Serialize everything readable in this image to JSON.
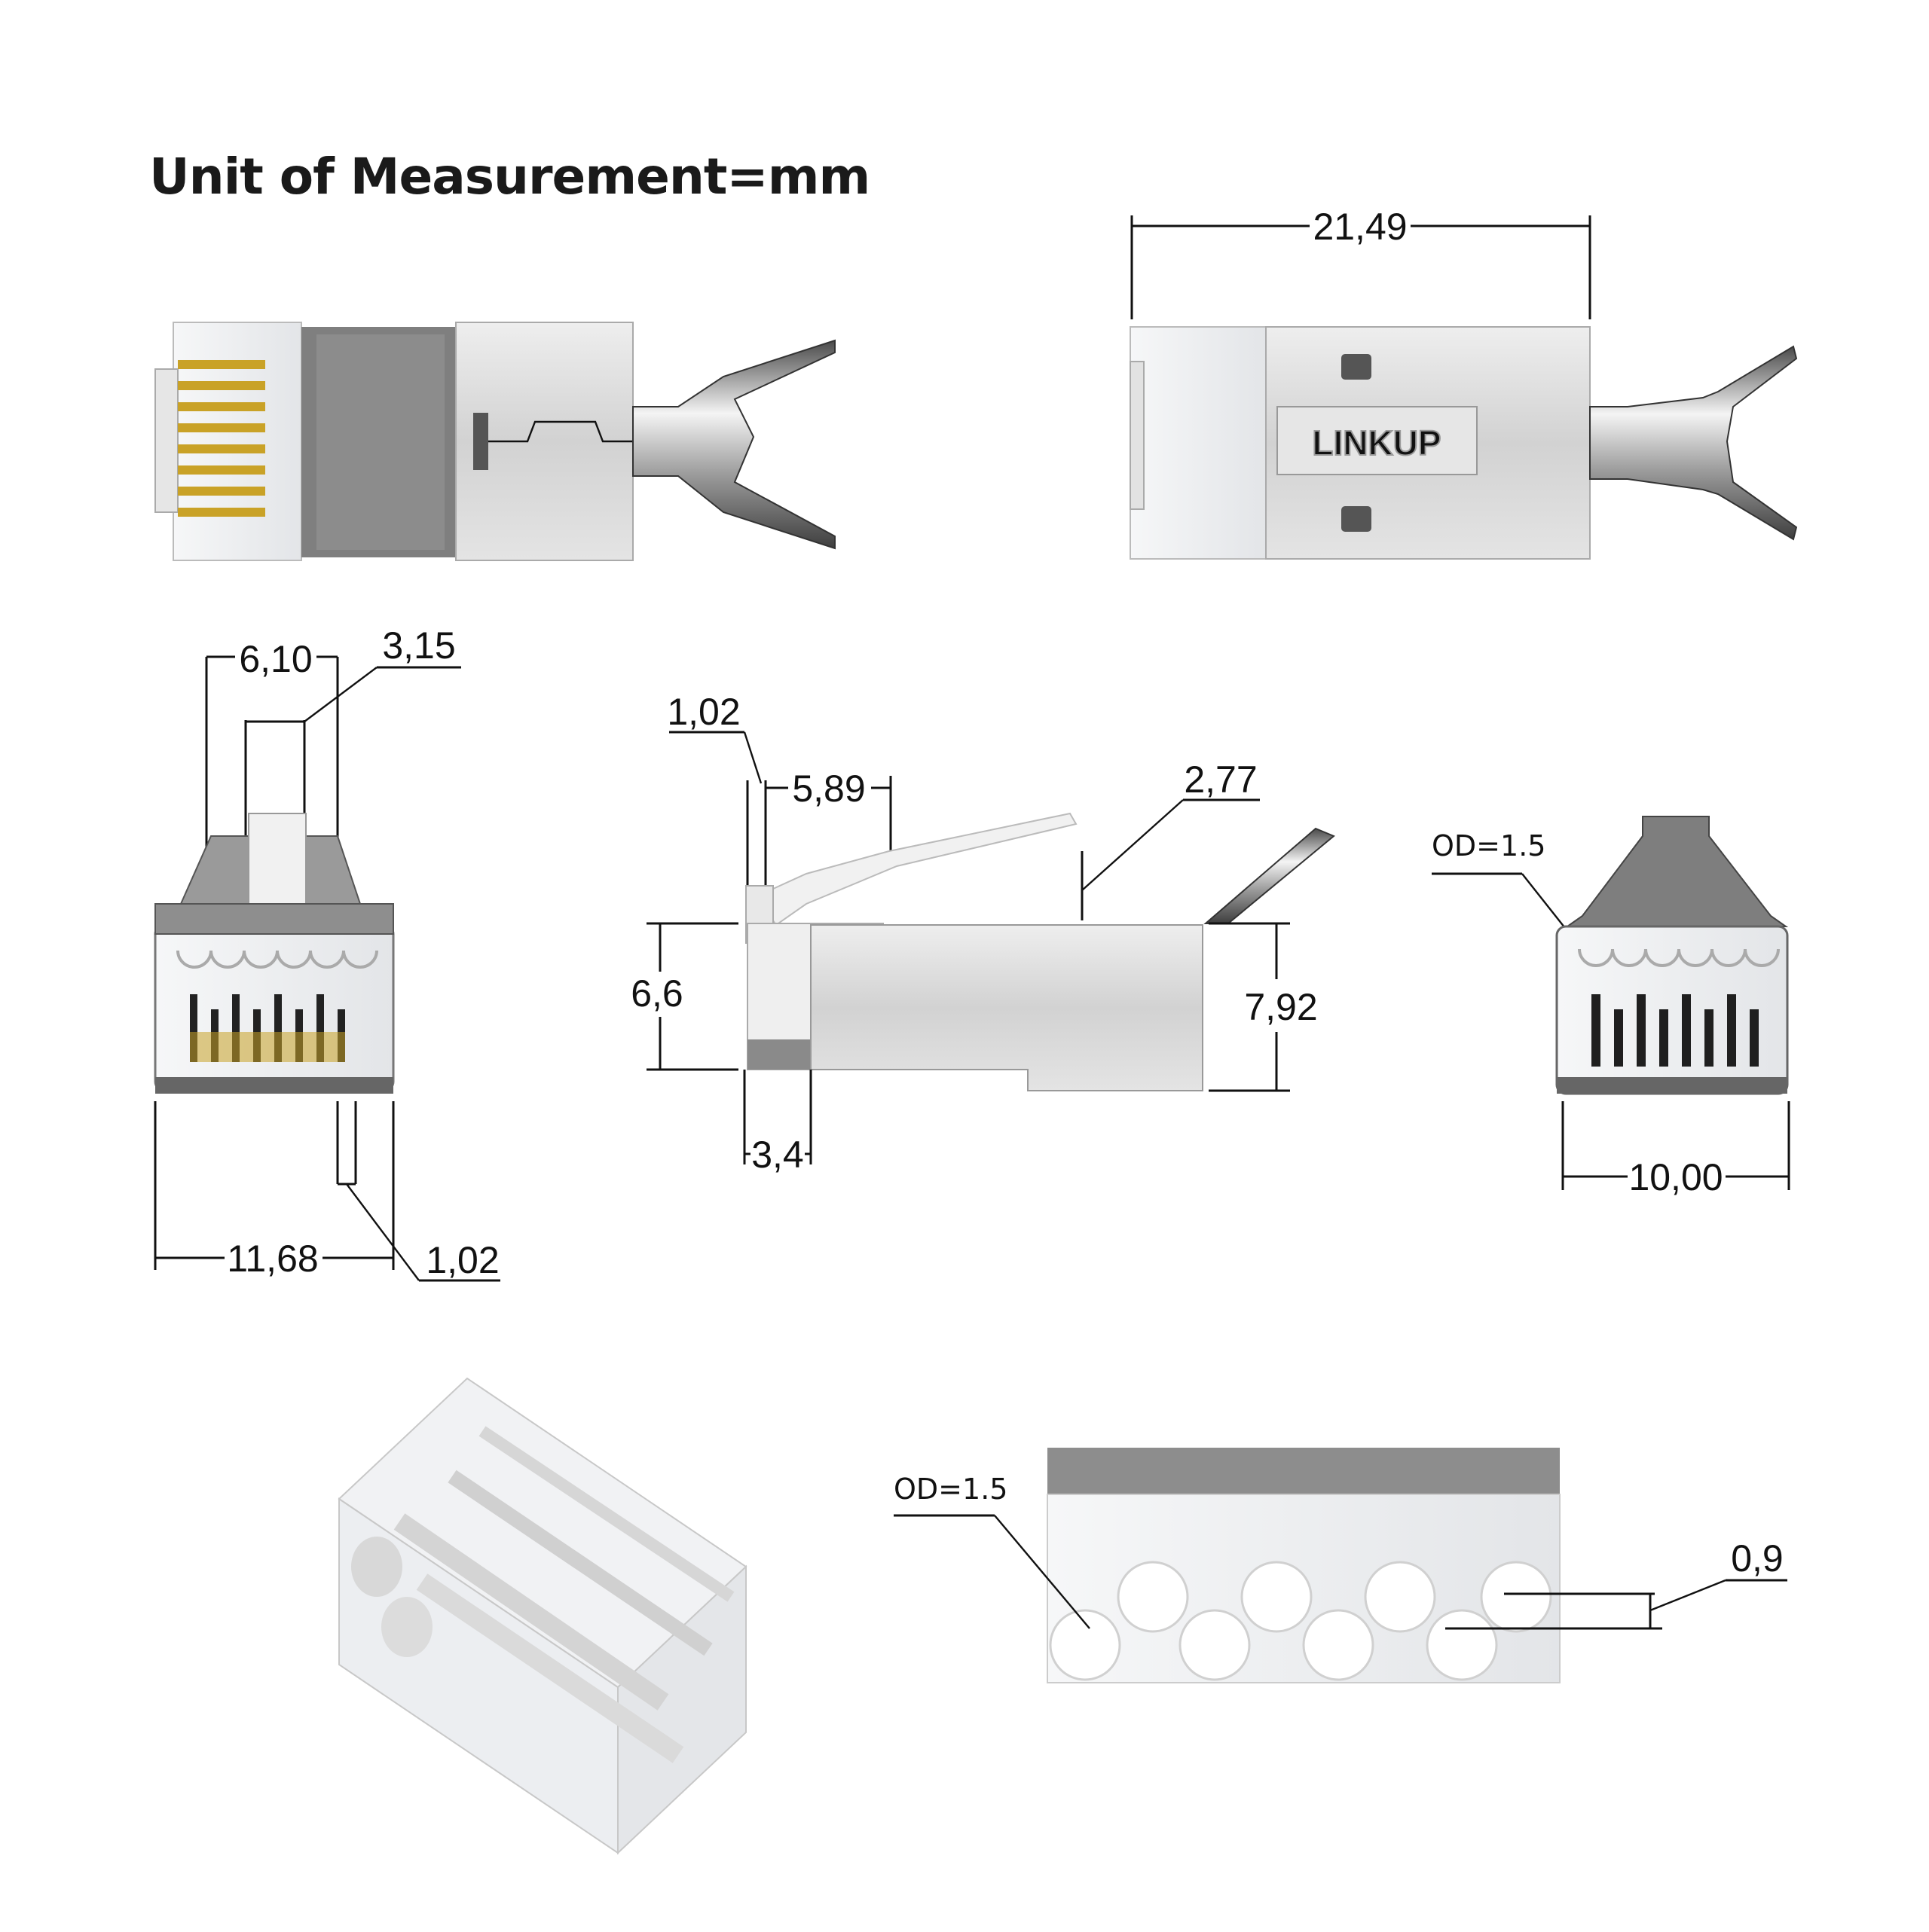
{
  "title": "Unit of Measurement=mm",
  "brand_logo_text": "LINKUP",
  "dimensions": {
    "top_length": "21,49",
    "front_width_top": "6,10",
    "front_latch": "3,15",
    "front_width": "11,68",
    "front_rib": "1,02",
    "side_tip": "1,02",
    "side_latch": "5,89",
    "side_angle": "2,77",
    "side_front_height": "6,6",
    "side_body_height": "7,92",
    "side_bottom": "3,4",
    "rear_od": "OD=1.5",
    "rear_width": "10,00",
    "insert_od": "OD=1.5",
    "insert_offset": "0,9"
  },
  "colors": {
    "metal_shield": "#d9d9d9",
    "metal_dark": "#8a8a8a",
    "gold_contact": "#c9a227",
    "clear_plastic": "#eef0f2",
    "line": "#111111"
  }
}
